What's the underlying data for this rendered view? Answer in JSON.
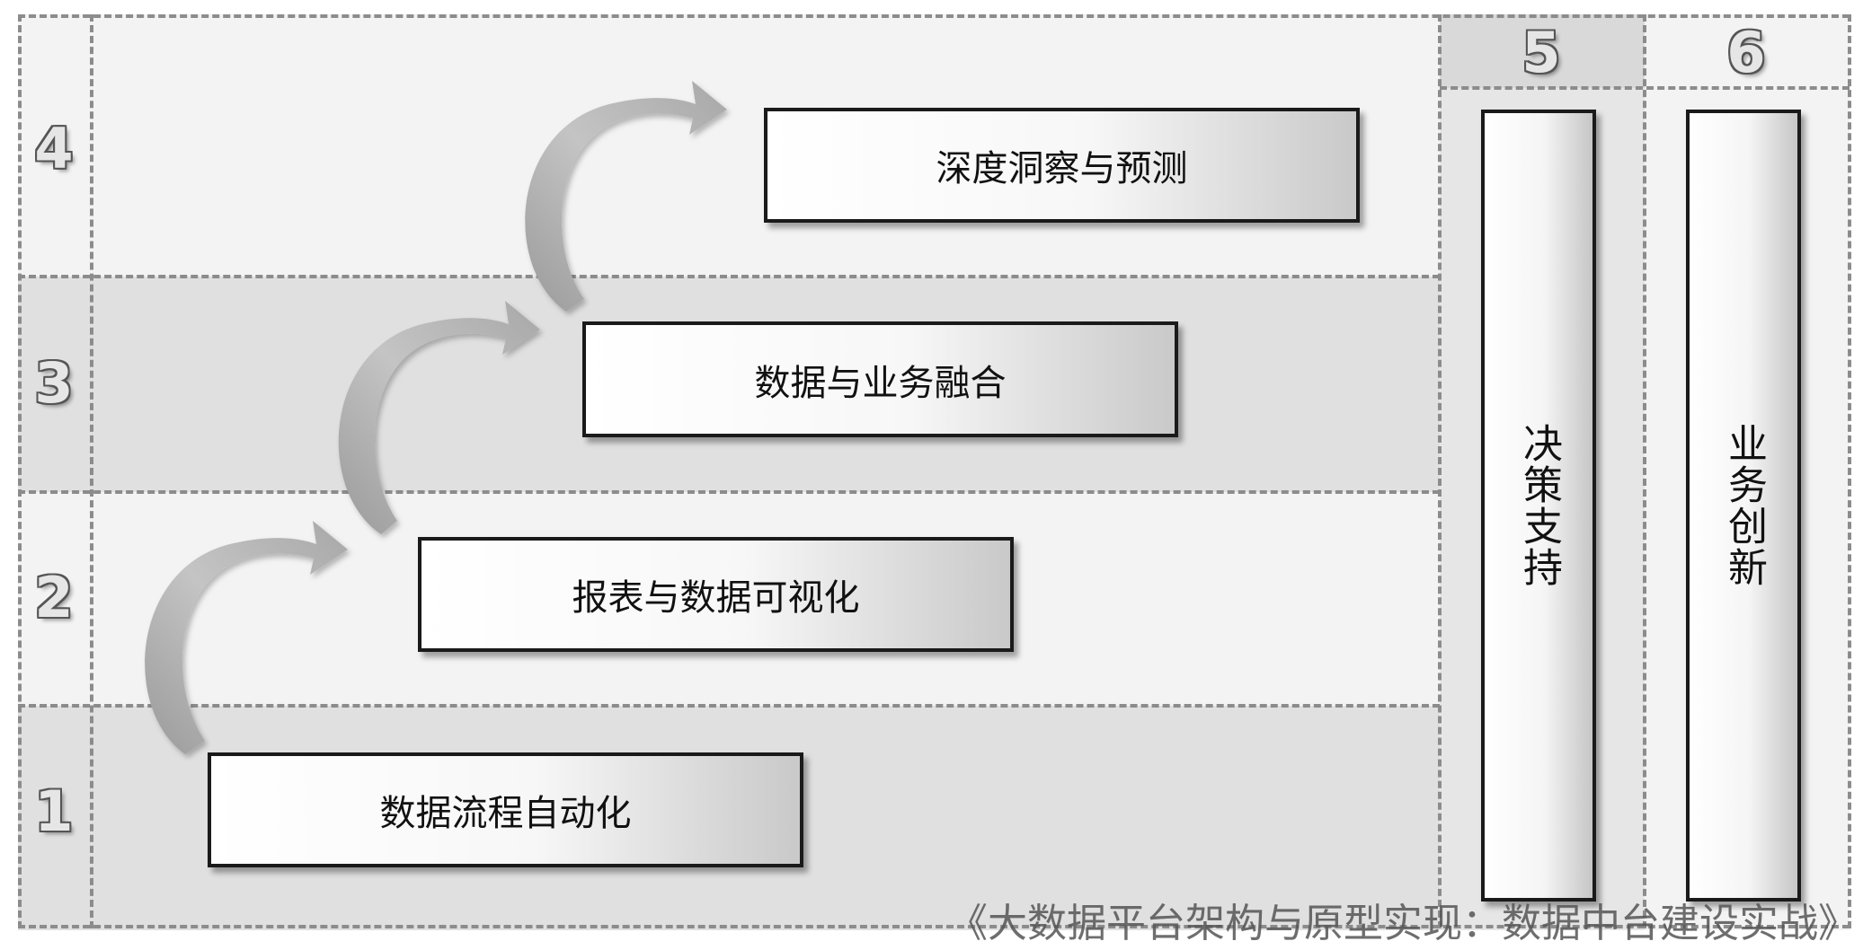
{
  "levels": [
    {
      "number": "1",
      "label": "数据流程自动化"
    },
    {
      "number": "2",
      "label": "报表与数据可视化"
    },
    {
      "number": "3",
      "label": "数据与业务融合"
    },
    {
      "number": "4",
      "label": "深度洞察与预测"
    }
  ],
  "columns": [
    {
      "number": "5",
      "label": "决策支持"
    },
    {
      "number": "6",
      "label": "业务创新"
    }
  ],
  "watermark": "《大数据平台架构与原型实现：数据中台建设实战》",
  "colors": {
    "band_light": "#f3f3f3",
    "band_dark": "#e0e0e0",
    "arrow": "#b3b3b3",
    "border": "#1a1a1a"
  }
}
